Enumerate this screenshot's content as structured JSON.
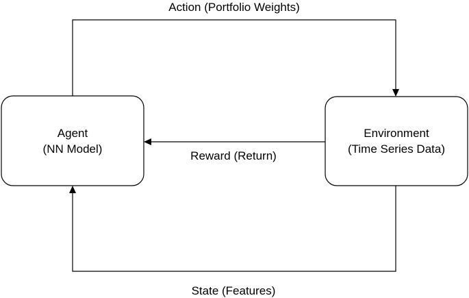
{
  "nodes": {
    "agent": {
      "line1": "Agent",
      "line2": "(NN Model)"
    },
    "environment": {
      "line1": "Environment",
      "line2": "(Time Series Data)"
    }
  },
  "edges": {
    "action": {
      "label": "Action (Portfolio Weights)"
    },
    "reward": {
      "label": "Reward (Return)"
    },
    "state": {
      "label": "State (Features)"
    }
  },
  "colors": {
    "stroke": "#000000",
    "fill": "#ffffff",
    "text": "#000000"
  }
}
